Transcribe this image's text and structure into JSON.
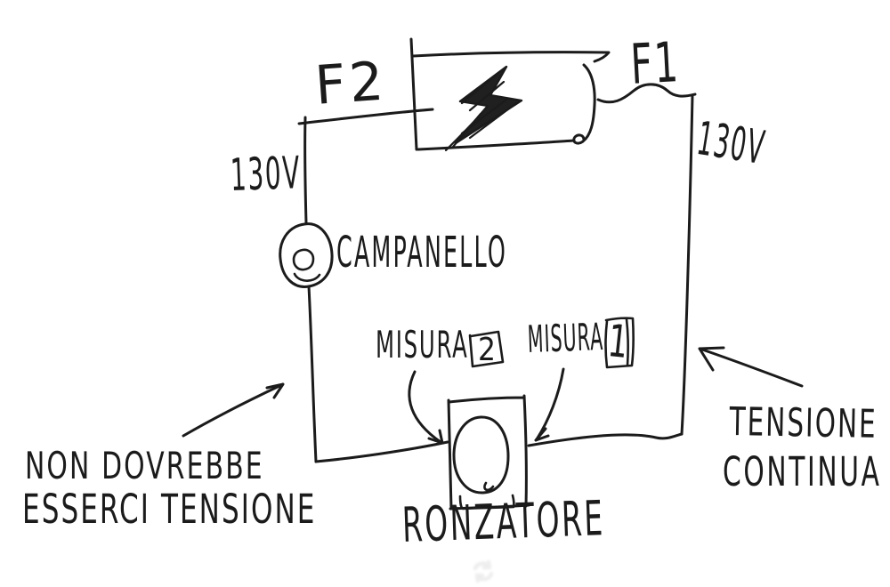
{
  "diagram": {
    "title": "Hand-drawn doorbell circuit sketch",
    "background_color": "#ffffff",
    "ink_color": "#1b1b1b",
    "watermark_color": "#e9e9e9",
    "labels": {
      "fuse_f2": "F2",
      "fuse_f1": "F1",
      "voltage_left": "130V",
      "voltage_right": "130V",
      "bell": "CAMPANELLO",
      "measure_2_word": "MISURA",
      "measure_2_number": "2",
      "measure_1_word": "MISURA",
      "measure_1_number": "1",
      "buzzer": "RONZATORE",
      "note_left_line1": "NON DOVREBBE",
      "note_left_line2": "ESSERCI TENSIONE",
      "note_right_line1": "TENSIONE",
      "note_right_line2": "CONTINUA"
    },
    "symbols": [
      "lightning-bolt-in-box",
      "bell-circle-symbol",
      "buzzer-box-with-oval",
      "measure-point-box-2",
      "measure-point-box-1",
      "arrow-to-buzzer-left",
      "arrow-to-buzzer-right",
      "arrow-note-left",
      "arrow-note-right",
      "refresh-watermark"
    ]
  }
}
